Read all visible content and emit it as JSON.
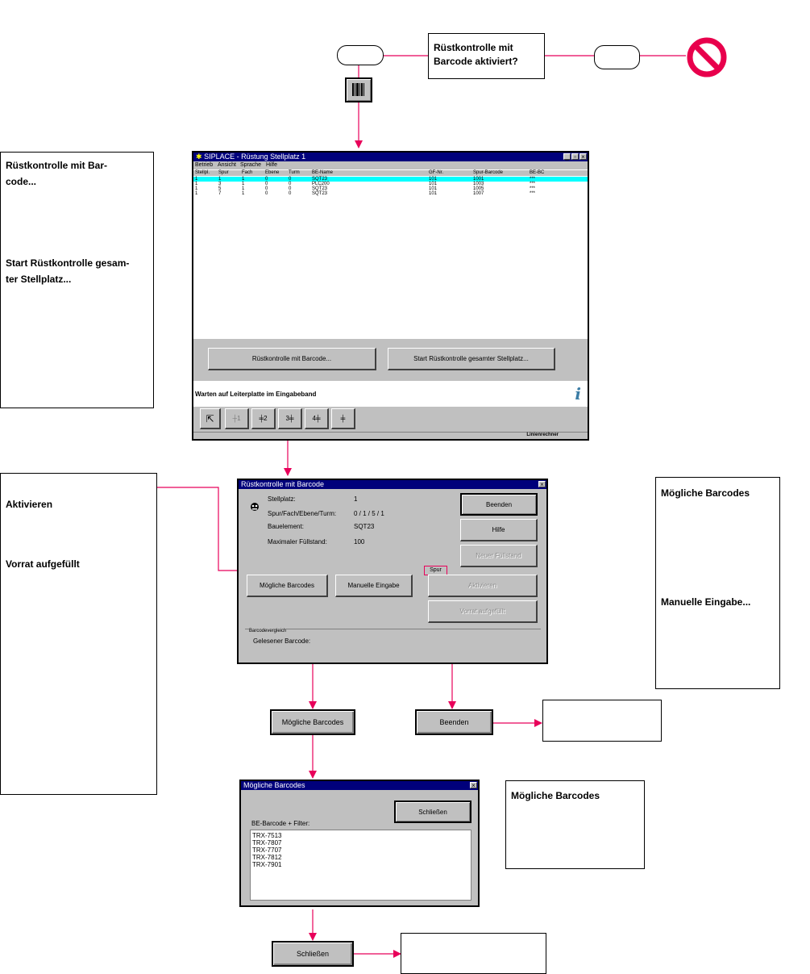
{
  "question": "Rüstkontrolle mit Barcode aktiviert?",
  "notes": {
    "left1": [
      "Rüstkontrolle mit Bar-",
      "code...",
      "Start Rüstkontrolle gesam-",
      "ter Stellplatz..."
    ],
    "left2": [
      "Aktivieren",
      "Vorrat aufgefüllt"
    ],
    "right1": [
      "Mögliche Barcodes",
      "Manuelle Eingabe..."
    ],
    "right2": [
      "Mögliche Barcodes"
    ]
  },
  "siplace": {
    "title": "SIPLACE - Rüstung Stellplatz 1",
    "menu": [
      "Betrieb",
      "Ansicht",
      "Sprache",
      "Hilfe"
    ],
    "columns": [
      "Stellpl.",
      "Spur",
      "Fach",
      "Ebene",
      "Turm",
      "BE-Name",
      "GF-Nr.",
      "Spur-Barcode",
      "BE-BC"
    ],
    "rows": [
      [
        "1",
        "1",
        "1",
        "0",
        "0",
        "SQT23",
        "101",
        "1001",
        "***"
      ],
      [
        "1",
        "3",
        "1",
        "0",
        "0",
        "PLC200",
        "101",
        "1003",
        "***"
      ],
      [
        "1",
        "5",
        "1",
        "0",
        "0",
        "SQT23",
        "101",
        "1005",
        "***"
      ],
      [
        "1",
        "7",
        "1",
        "0",
        "0",
        "SQT23",
        "101",
        "1007",
        "***"
      ]
    ],
    "btn_barcode": "Rüstkontrolle mit Barcode...",
    "btn_start": "Start Rüstkontrolle gesamter Stellplatz...",
    "status": "Warten auf Leiterplatte im Eingabeband",
    "statusbar": "Linienrechner"
  },
  "barcode_dialog": {
    "title": "Rüstkontrolle mit Barcode",
    "fields": [
      {
        "label": "Stellplatz:",
        "value": "1"
      },
      {
        "label": "Spur/Fach/Ebene/Turm:",
        "value": "0 / 1 / 5 / 1"
      },
      {
        "label": "Bauelement:",
        "value": "SQT23"
      },
      {
        "label": "Maximaler Füllstand:",
        "value": "100"
      }
    ],
    "btn_beenden": "Beenden",
    "btn_hilfe": "Hilfe",
    "btn_neuer": "Neuer Füllstand",
    "spur_tag": "Spur",
    "btn_moegliche": "Mögliche Barcodes",
    "btn_manuelle": "Manuelle Eingabe",
    "btn_aktivieren": "Aktivieren",
    "btn_vorrat": "Vorrat aufgefüllt",
    "group_label": "Barcodevergleich",
    "gelesener": "Gelesener Barcode:"
  },
  "flow": {
    "moegliche": "Mögliche Barcodes",
    "beenden": "Beenden",
    "schliessen": "Schließen"
  },
  "list_dialog": {
    "title": "Mögliche Barcodes",
    "btn_schliessen": "Schließen",
    "filter_label": "BE-Barcode + Filter:",
    "items": [
      "TRX-7513",
      "TRX-7807",
      "TRX-7707",
      "TRX-7812",
      "TRX-7901"
    ]
  },
  "colors": {
    "accent": "#e8005a",
    "titlebar": "#00007b",
    "highlight": "#00ffff",
    "stop": "#e8004c"
  }
}
